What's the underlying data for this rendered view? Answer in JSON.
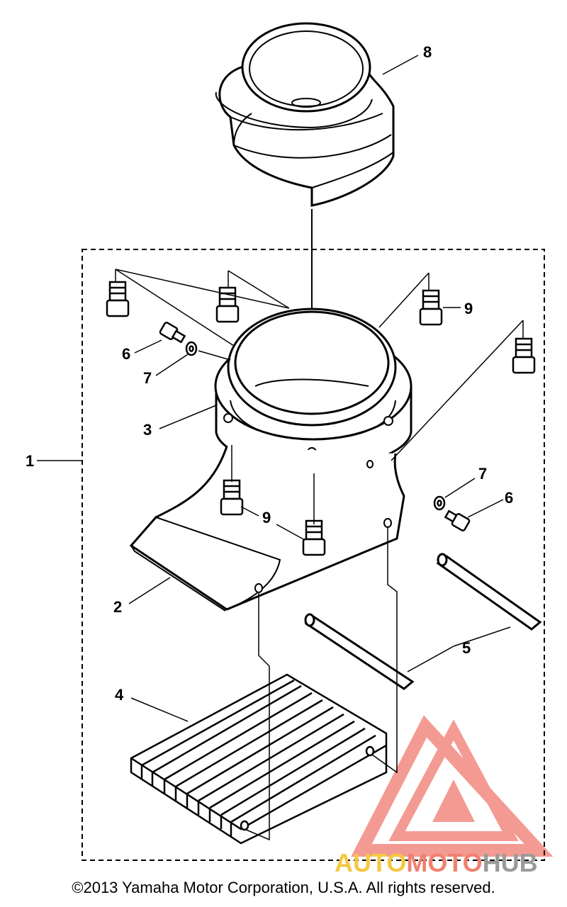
{
  "diagram": {
    "callouts": {
      "c1": "1",
      "c2": "2",
      "c3": "3",
      "c4": "4",
      "c5": "5",
      "c6a": "6",
      "c6b": "6",
      "c7a": "7",
      "c7b": "7",
      "c8": "8",
      "c9a": "9",
      "c9b": "9"
    }
  },
  "watermark": {
    "part1": "AUTO",
    "part2": "MOTO",
    "part3": "HUB",
    "colors": {
      "auto": "#f5c842",
      "moto": "#f08070",
      "hub": "#9a9a9a",
      "logo": "#f28a80"
    }
  },
  "footer": {
    "copyright": "©2013 Yamaha Motor Corporation, U.S.A. All rights reserved."
  }
}
